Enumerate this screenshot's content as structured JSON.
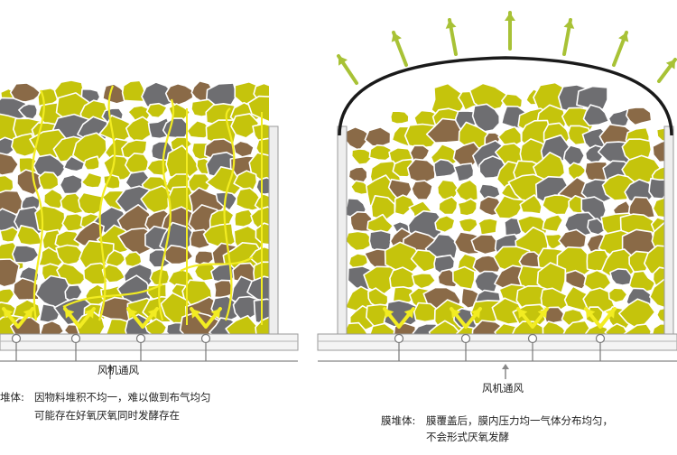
{
  "left_panel": {
    "fan_label": "风机通风",
    "caption_head": "堆体:",
    "caption_line1": "因物料堆积不均一，难以做到布气均匀",
    "caption_line2": "可能存在好氧厌氧同时发酵存在"
  },
  "right_panel": {
    "fan_label": "风机通风",
    "caption_head": "膜堆体:",
    "caption_line1": "膜覆盖后，膜内压力均一气体分布均匀，",
    "caption_line2": "不会形式厌氧发酵"
  },
  "colors": {
    "yellow_material": "#c5c40c",
    "brown_material": "#8a6a47",
    "gray_material": "#6e6e71",
    "air_arrow": "#f2ec22",
    "exhaust_arrow": "#a8c236",
    "membrane": "#1a1a1a"
  },
  "icons": [
    "up-arrow-icon",
    "fan-nozzle-icon",
    "membrane-cover-icon"
  ]
}
